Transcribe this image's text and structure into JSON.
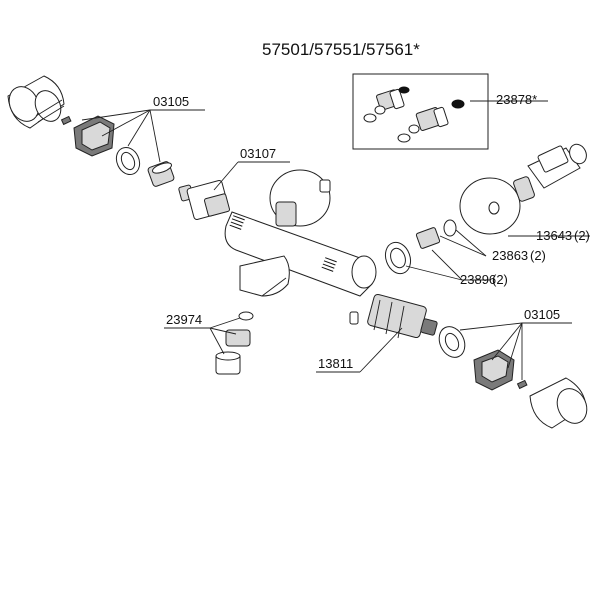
{
  "title": "57501/57551/57561*",
  "inset_label": "23878*",
  "labels": {
    "p03105_top": "03105",
    "p03107": "03107",
    "p23974": "23974",
    "p13811": "13811",
    "p03105_bottom": "03105",
    "p13643": "13643",
    "p13643_qty": "(2)",
    "p23863": "23863",
    "p23863_qty": "(2)",
    "p23896": "23896",
    "p23896_qty": "(2)"
  },
  "body_marks": {
    "left_mark": "||||",
    "right_mark": "||||"
  }
}
